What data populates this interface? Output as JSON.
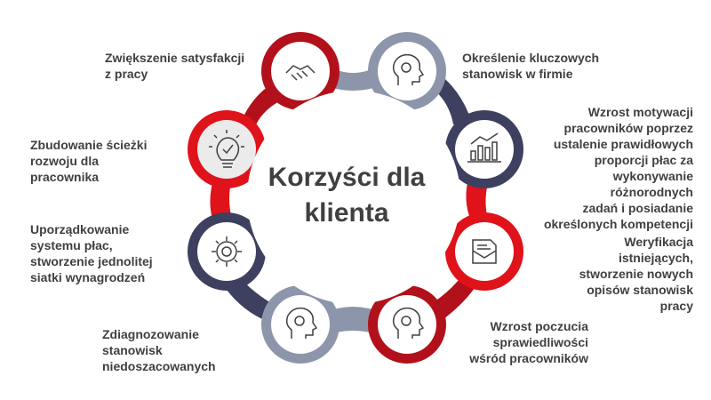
{
  "title": "Korzyści dla klienta",
  "colors": {
    "red": "#e0131a",
    "dark_red": "#b2101a",
    "navy": "#3d405f",
    "gray_blue": "#8d95ab",
    "text": "#404040"
  },
  "nodes": [
    {
      "label": "Zwiększenie satysfakcji\nz pracy",
      "icon": "handshake-icon",
      "color": "dark_red"
    },
    {
      "label": "Określenie kluczowych\nstanowisk w firmie",
      "icon": "head-gear-icon",
      "color": "gray_blue"
    },
    {
      "label": "Wzrost motywacji\npracowników poprzez\nustalenie prawidłowych\nproporcji płac za\nwykonywanie różnorodnych\nzadań i posiadanie\nokreślonych kompetencji",
      "icon": "bar-chart-icon",
      "color": "navy"
    },
    {
      "label": "Weryfikacja\nistniejących,\nstworzenie nowych\nopisów stanowisk\npracy",
      "icon": "document-envelope-icon",
      "color": "red"
    },
    {
      "label": "Wzrost poczucia\nsprawiedliwości\nwśród pracowników",
      "icon": "head-gear-icon",
      "color": "dark_red"
    },
    {
      "label": "Zdiagnozowanie\nstanowisk\nniedoszacowanych",
      "icon": "head-gear-icon",
      "color": "gray_blue"
    },
    {
      "label": "Uporządkowanie\nsystemu płac,\nstworzenie jednolitej\nsiatki wynagrodzeń",
      "icon": "gear-icon",
      "color": "navy"
    },
    {
      "label": "Zbudowanie ścieżki\nrozwoju dla\npracownika",
      "icon": "lightbulb-icon",
      "color": "red"
    }
  ]
}
